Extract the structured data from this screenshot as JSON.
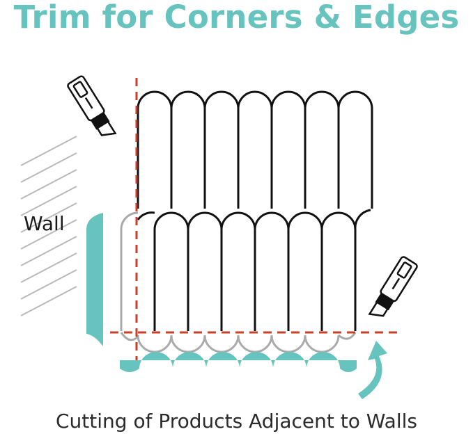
{
  "title": "Trim for Corners & Edges",
  "wall_label": "Wall",
  "caption": "Cutting of Products Adjacent to Walls",
  "colors": {
    "accent": "#67c3bd",
    "cut_line": "#c6402a",
    "tile_outline": "#111111",
    "trimmed_outline": "#aaaaaa",
    "hatch": "#b9b9b9"
  },
  "icons": [
    "utility-knife-icon",
    "utility-knife-icon",
    "curved-arrow-icon"
  ]
}
